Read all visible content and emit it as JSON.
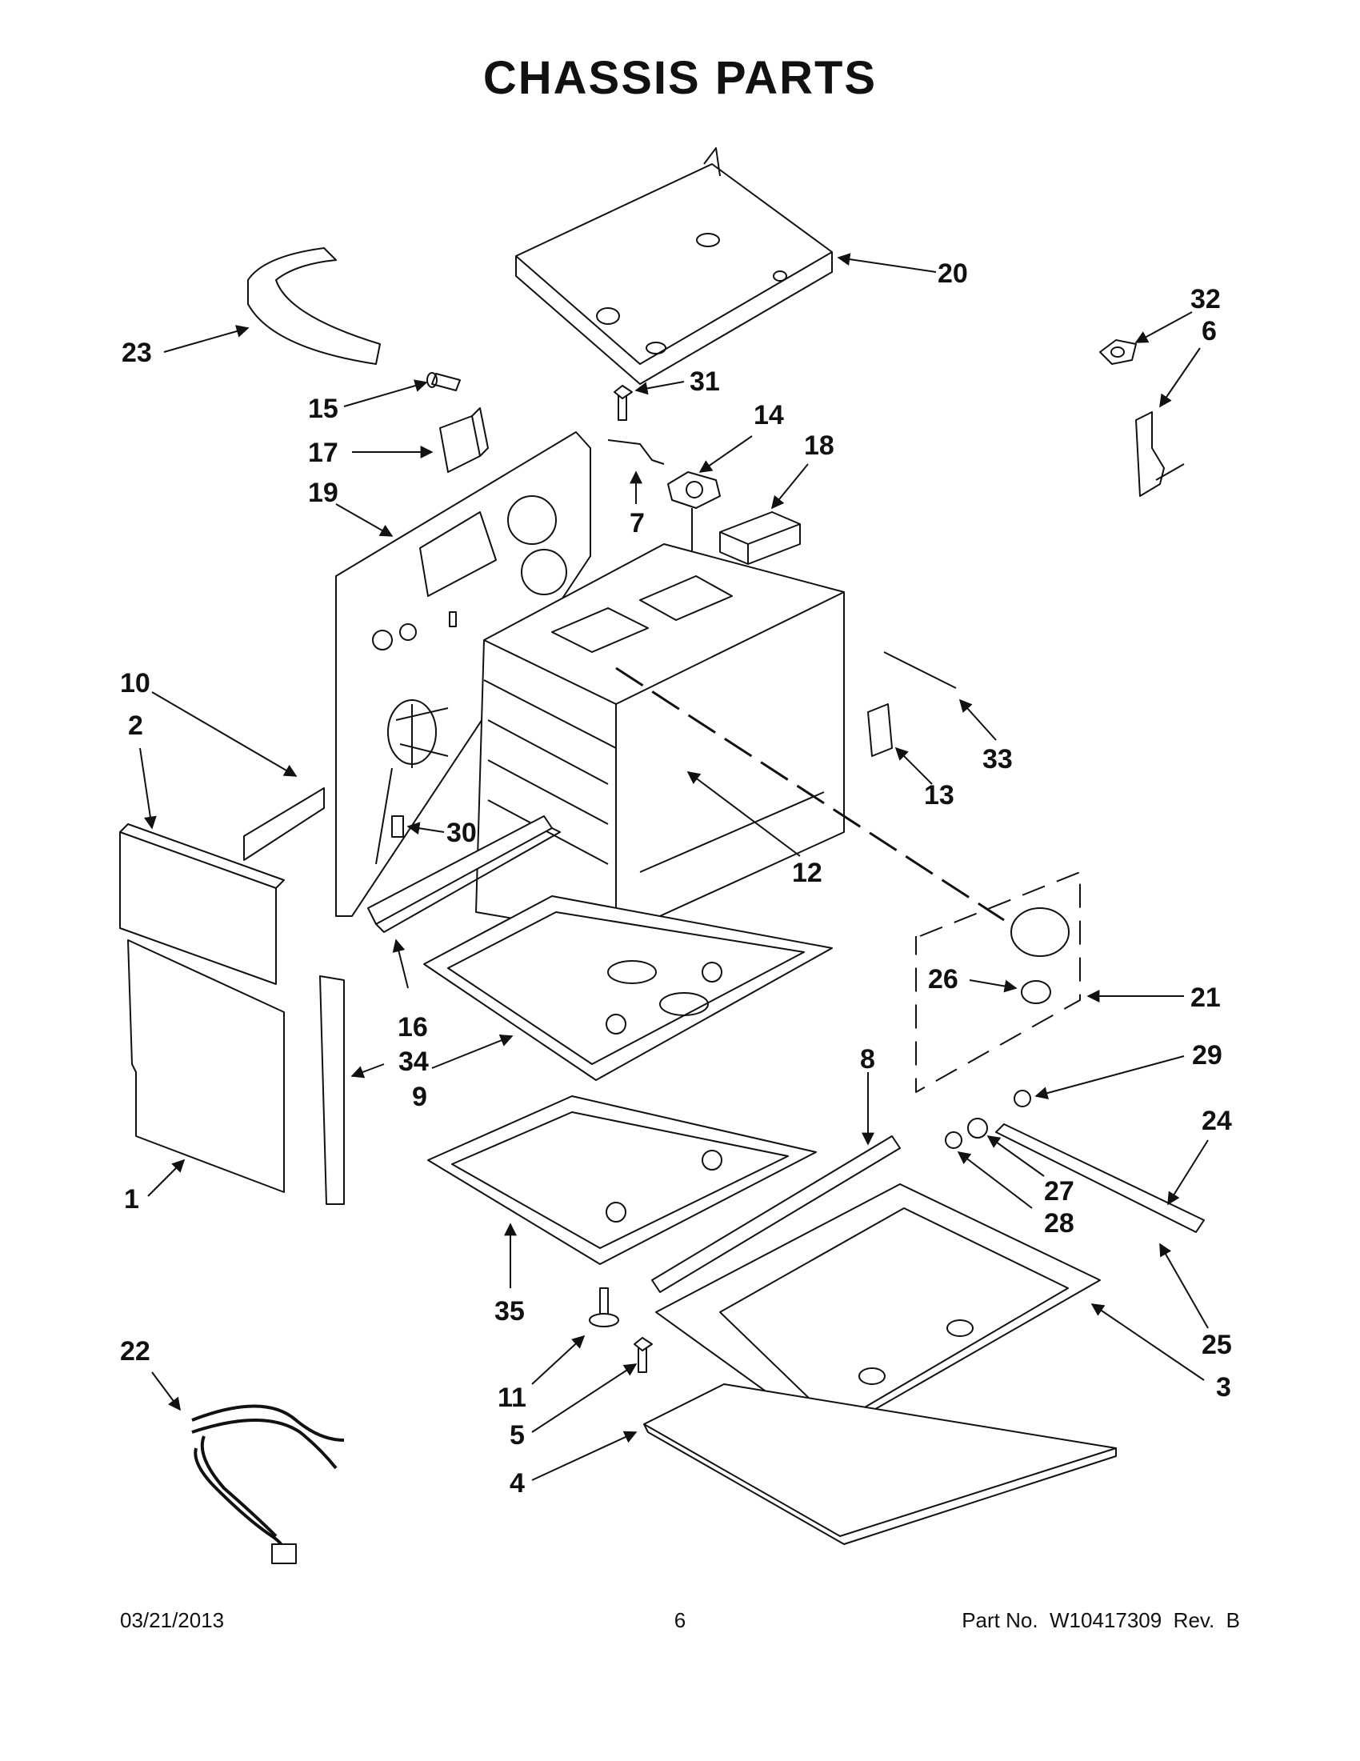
{
  "title": "CHASSIS PARTS",
  "callouts": [
    "20",
    "32",
    "6",
    "23",
    "31",
    "15",
    "14",
    "18",
    "17",
    "19",
    "7",
    "10",
    "2",
    "33",
    "13",
    "30",
    "12",
    "26",
    "21",
    "16",
    "34",
    "9",
    "29",
    "8",
    "24",
    "27",
    "28",
    "1",
    "35",
    "22",
    "11",
    "25",
    "3",
    "5",
    "4"
  ],
  "footer": {
    "date": "03/21/2013",
    "page": "6",
    "part_no": "Part No.  W10417309  Rev.  B"
  }
}
